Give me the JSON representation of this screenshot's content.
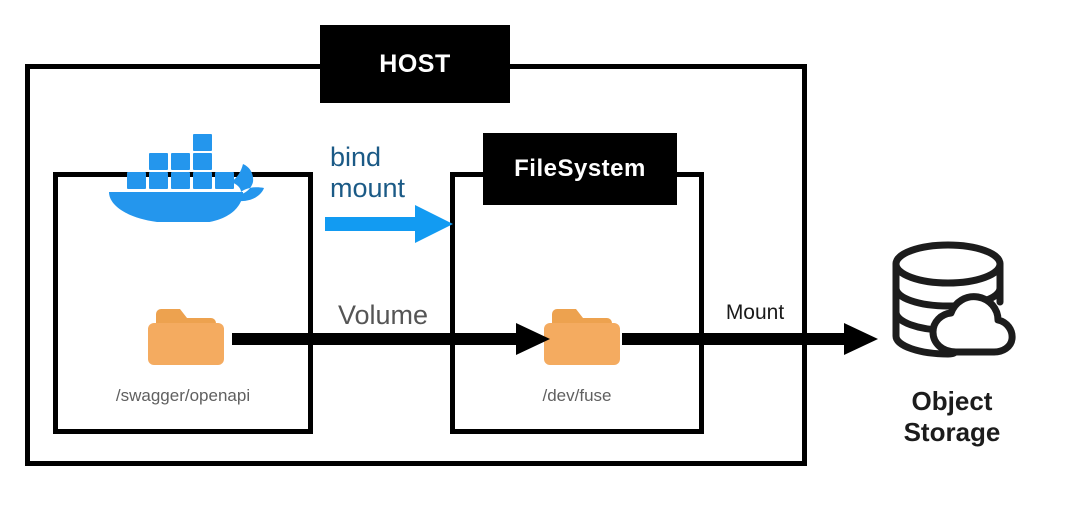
{
  "diagram": {
    "title_plates": {
      "host": "HOST",
      "filesystem": "FileSystem"
    },
    "containers": {
      "docker": {
        "logo": "docker-whale-logo",
        "folder_icon": "folder-icon",
        "path": "/swagger/openapi"
      },
      "filesystem": {
        "folder_icon": "folder-icon",
        "path": "/dev/fuse"
      }
    },
    "connections": {
      "bind_mount": {
        "label": "bind\nmount",
        "arrow": "right-arrow-icon",
        "color": "#1b5a86",
        "arrow_color": "#129bf2"
      },
      "volume": {
        "label": "Volume",
        "arrow": "right-arrow-icon",
        "color": "#555555"
      },
      "mount": {
        "label": "Mount",
        "arrow": "right-arrow-icon",
        "color": "#1a1a1a"
      }
    },
    "object_storage": {
      "icon": "database-cloud-icon",
      "label": "Object\nStorage"
    },
    "colors": {
      "stroke": "#000000",
      "docker_blue": "#2496ed",
      "arrow_blue": "#129bf2",
      "folder_orange": "#f2a95c",
      "folder_orange_dark": "#eda24f",
      "caption_gray": "#606060",
      "background": "#ffffff"
    }
  }
}
